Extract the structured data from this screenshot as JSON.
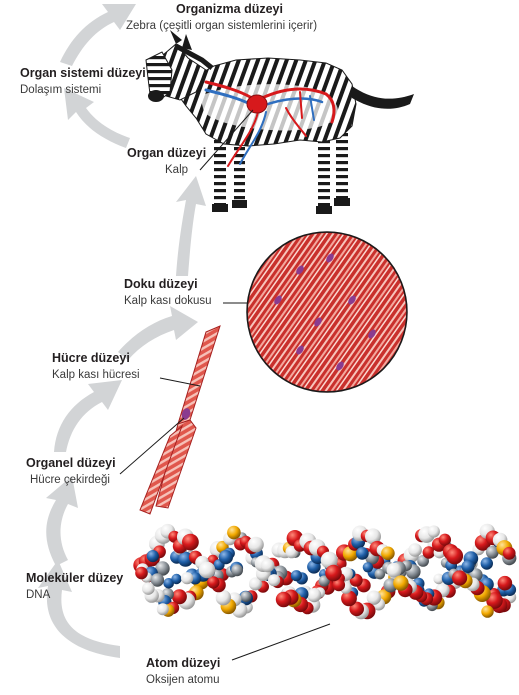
{
  "levels": {
    "organism": {
      "title": "Organizma düzeyi",
      "subtitle": "Zebra (çeşitli organ sistemlerini içerir)"
    },
    "organ_system": {
      "title": "Organ sistemi düzeyi",
      "subtitle": "Dolaşım sistemi"
    },
    "organ": {
      "title": "Organ düzeyi",
      "subtitle": "Kalp"
    },
    "tissue": {
      "title": "Doku düzeyi",
      "subtitle": "Kalp kası dokusu"
    },
    "cell": {
      "title": "Hücre düzeyi",
      "subtitle": "Kalp kası hücresi"
    },
    "organelle": {
      "title": "Organel düzeyi",
      "subtitle": "Hücre çekirdeği"
    },
    "molecule": {
      "title": "Moleküler düzey",
      "subtitle": "DNA"
    },
    "atom": {
      "title": "Atom düzeyi",
      "subtitle": "Oksijen atomu"
    }
  },
  "colors": {
    "arrow": "#cfd1d3",
    "muscle": "#d9443c",
    "muscle_light": "#f3b1a8",
    "nucleus": "#8a3b8f",
    "oxygen": "#d7191c",
    "carbon": "#9aa0a6",
    "nitrogen": "#1f5fa8",
    "phosphorus": "#f2a900",
    "hydrogen": "#f2f2f2",
    "vessel_red": "#d7191c",
    "vessel_blue": "#2f6fc0"
  }
}
